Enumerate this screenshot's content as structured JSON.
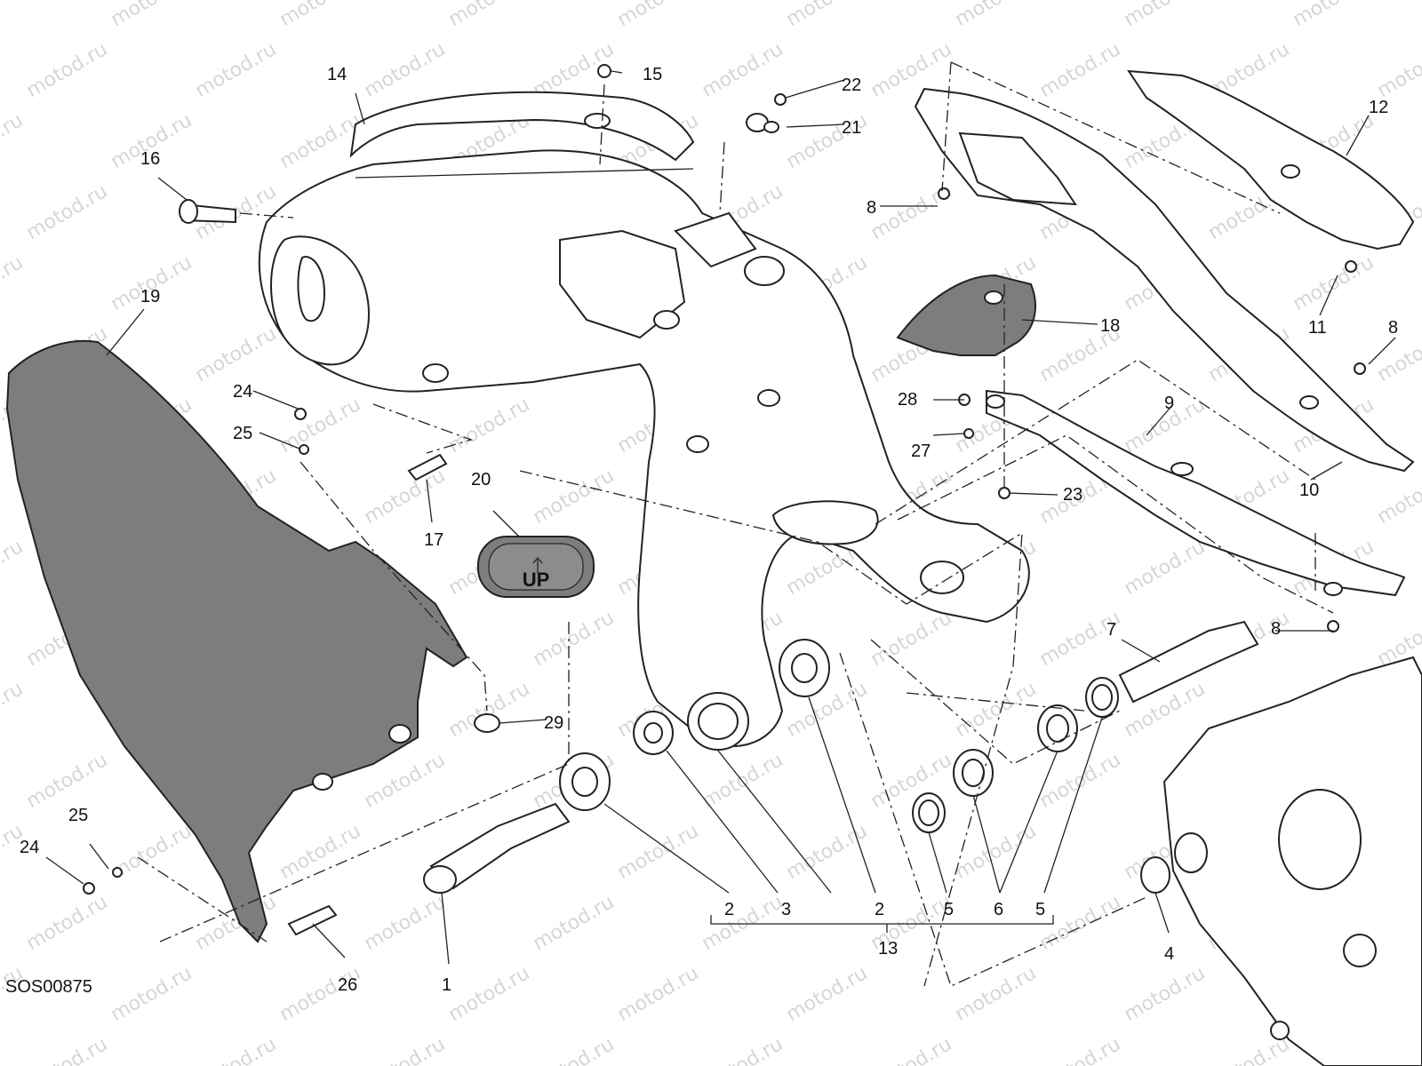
{
  "diagram_code": "SOS00875",
  "watermark_text": "motod.ru",
  "colors": {
    "line": "#222222",
    "dark_fill": "#7d7d7d",
    "watermark": "#d6d6d6",
    "background": "#ffffff"
  },
  "callouts": {
    "c1": "1",
    "c2a": "2",
    "c2b": "2",
    "c3": "3",
    "c4": "4",
    "c5a": "5",
    "c5b": "5",
    "c6": "6",
    "c7": "7",
    "c8a": "8",
    "c8b": "8",
    "c8c": "8",
    "c9": "9",
    "c10": "10",
    "c11": "11",
    "c12": "12",
    "c13": "13",
    "c14": "14",
    "c15": "15",
    "c16": "16",
    "c17": "17",
    "c18": "18",
    "c19": "19",
    "c20": "20",
    "c21": "21",
    "c22": "22",
    "c23": "23",
    "c24a": "24",
    "c24b": "24",
    "c25a": "25",
    "c25b": "25",
    "c26": "26",
    "c27": "27",
    "c28": "28",
    "c29": "29"
  },
  "grommet_marking": "UP"
}
